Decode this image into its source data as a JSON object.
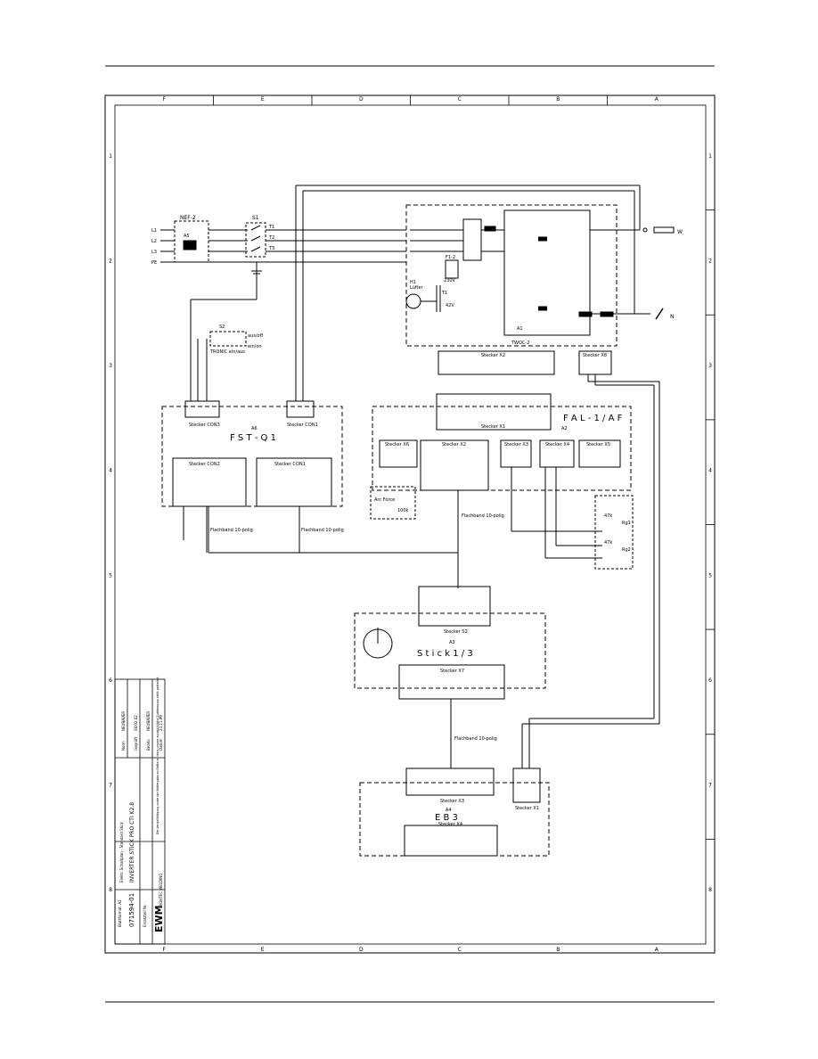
{
  "page": {
    "background": "#ffffff",
    "line_color": "#000000"
  },
  "frame": {
    "zones_top": [
      "F",
      "E",
      "D",
      "C",
      "B",
      "A"
    ],
    "zones_side": [
      "1",
      "2",
      "3",
      "4",
      "5",
      "6",
      "7",
      "8"
    ]
  },
  "supply": {
    "lines": [
      "L1",
      "L2",
      "L3",
      "PE"
    ],
    "filter": {
      "name": "NEF-2",
      "ref": "A5"
    },
    "switch": {
      "ref": "S1",
      "outs": [
        "T1",
        "T2",
        "T3"
      ]
    }
  },
  "power_unit": {
    "name": "TWOC-2",
    "fuse": {
      "ref": "F1-2"
    },
    "lamp": {
      "ref": "H1",
      "label": "Lüfter"
    },
    "transformer": {
      "ref": "T1",
      "primary": "230V",
      "secondary": "42V"
    },
    "outputs": [
      "W",
      "N"
    ],
    "ref": "A1"
  },
  "connectors": {
    "x2_top": "Stecker X2",
    "x8": "Stecker X8",
    "x1": "Stecker X1",
    "x6": "Stecker X6",
    "x2b": "Stecker X2",
    "x3": "Stecker X3",
    "x4": "Stecker X4",
    "x5": "Stecker X5",
    "con2": "Stecker CON2",
    "con1_top": "Stecker CON1",
    "con1": "Stecker CON1",
    "con3": "Stecker CON3",
    "s2_label": "Stecker S2",
    "x7": "Stecker X7",
    "x3b": "Stecker X3",
    "x1b": "Stecker X1",
    "x4b": "Stecker X4"
  },
  "modules": {
    "fst": {
      "ref": "A6",
      "name": "F S T - Q 1"
    },
    "fal": {
      "ref": "A2",
      "name": "F A L - 1 / A F"
    },
    "stick": {
      "ref": "A3",
      "name": "S t i c k 1 / 3"
    },
    "eb": {
      "ref": "A4",
      "name": "E B 3"
    }
  },
  "switch_s2": {
    "ref": "S2",
    "label": "TRONIC ein/aus",
    "side": "aus/off",
    "side2": "ein/on"
  },
  "arc_force": {
    "label": "Arc Force",
    "value": "100k"
  },
  "pots": [
    {
      "value": "47k",
      "tag": "Rg1"
    },
    {
      "value": "47k",
      "tag": "Rg2"
    }
  ],
  "ribbons": [
    "Flachband 10-polig",
    "Flachband 10-polig",
    "Flachband 10-polig",
    "Flachband 10-polig"
  ],
  "title_block": {
    "brand": "EWM",
    "brand_sub": "HIGHTEC WELDING",
    "title": "INVERTER STICK PRO CTI K2.8",
    "subtitle": "Elektr. Schaltplan  · Standard Stick",
    "drawing_no": "071594-01",
    "sheet": "Blattformat: A2",
    "company": "Ersatzteil Nr.",
    "notes": "Die Vervielfältigung sowie die Weitergabe an Dritte ist ohne unsere ausdrückliche Zustimmung nicht gestattet.",
    "rows": [
      {
        "k": "Datum",
        "v": "23.11.99"
      },
      {
        "k": "Bearb.",
        "v": "NEUBAUER"
      },
      {
        "k": "Geprüft",
        "v": "28.02.02"
      },
      {
        "k": "Norm",
        "v": "NEUBAUER"
      }
    ]
  }
}
